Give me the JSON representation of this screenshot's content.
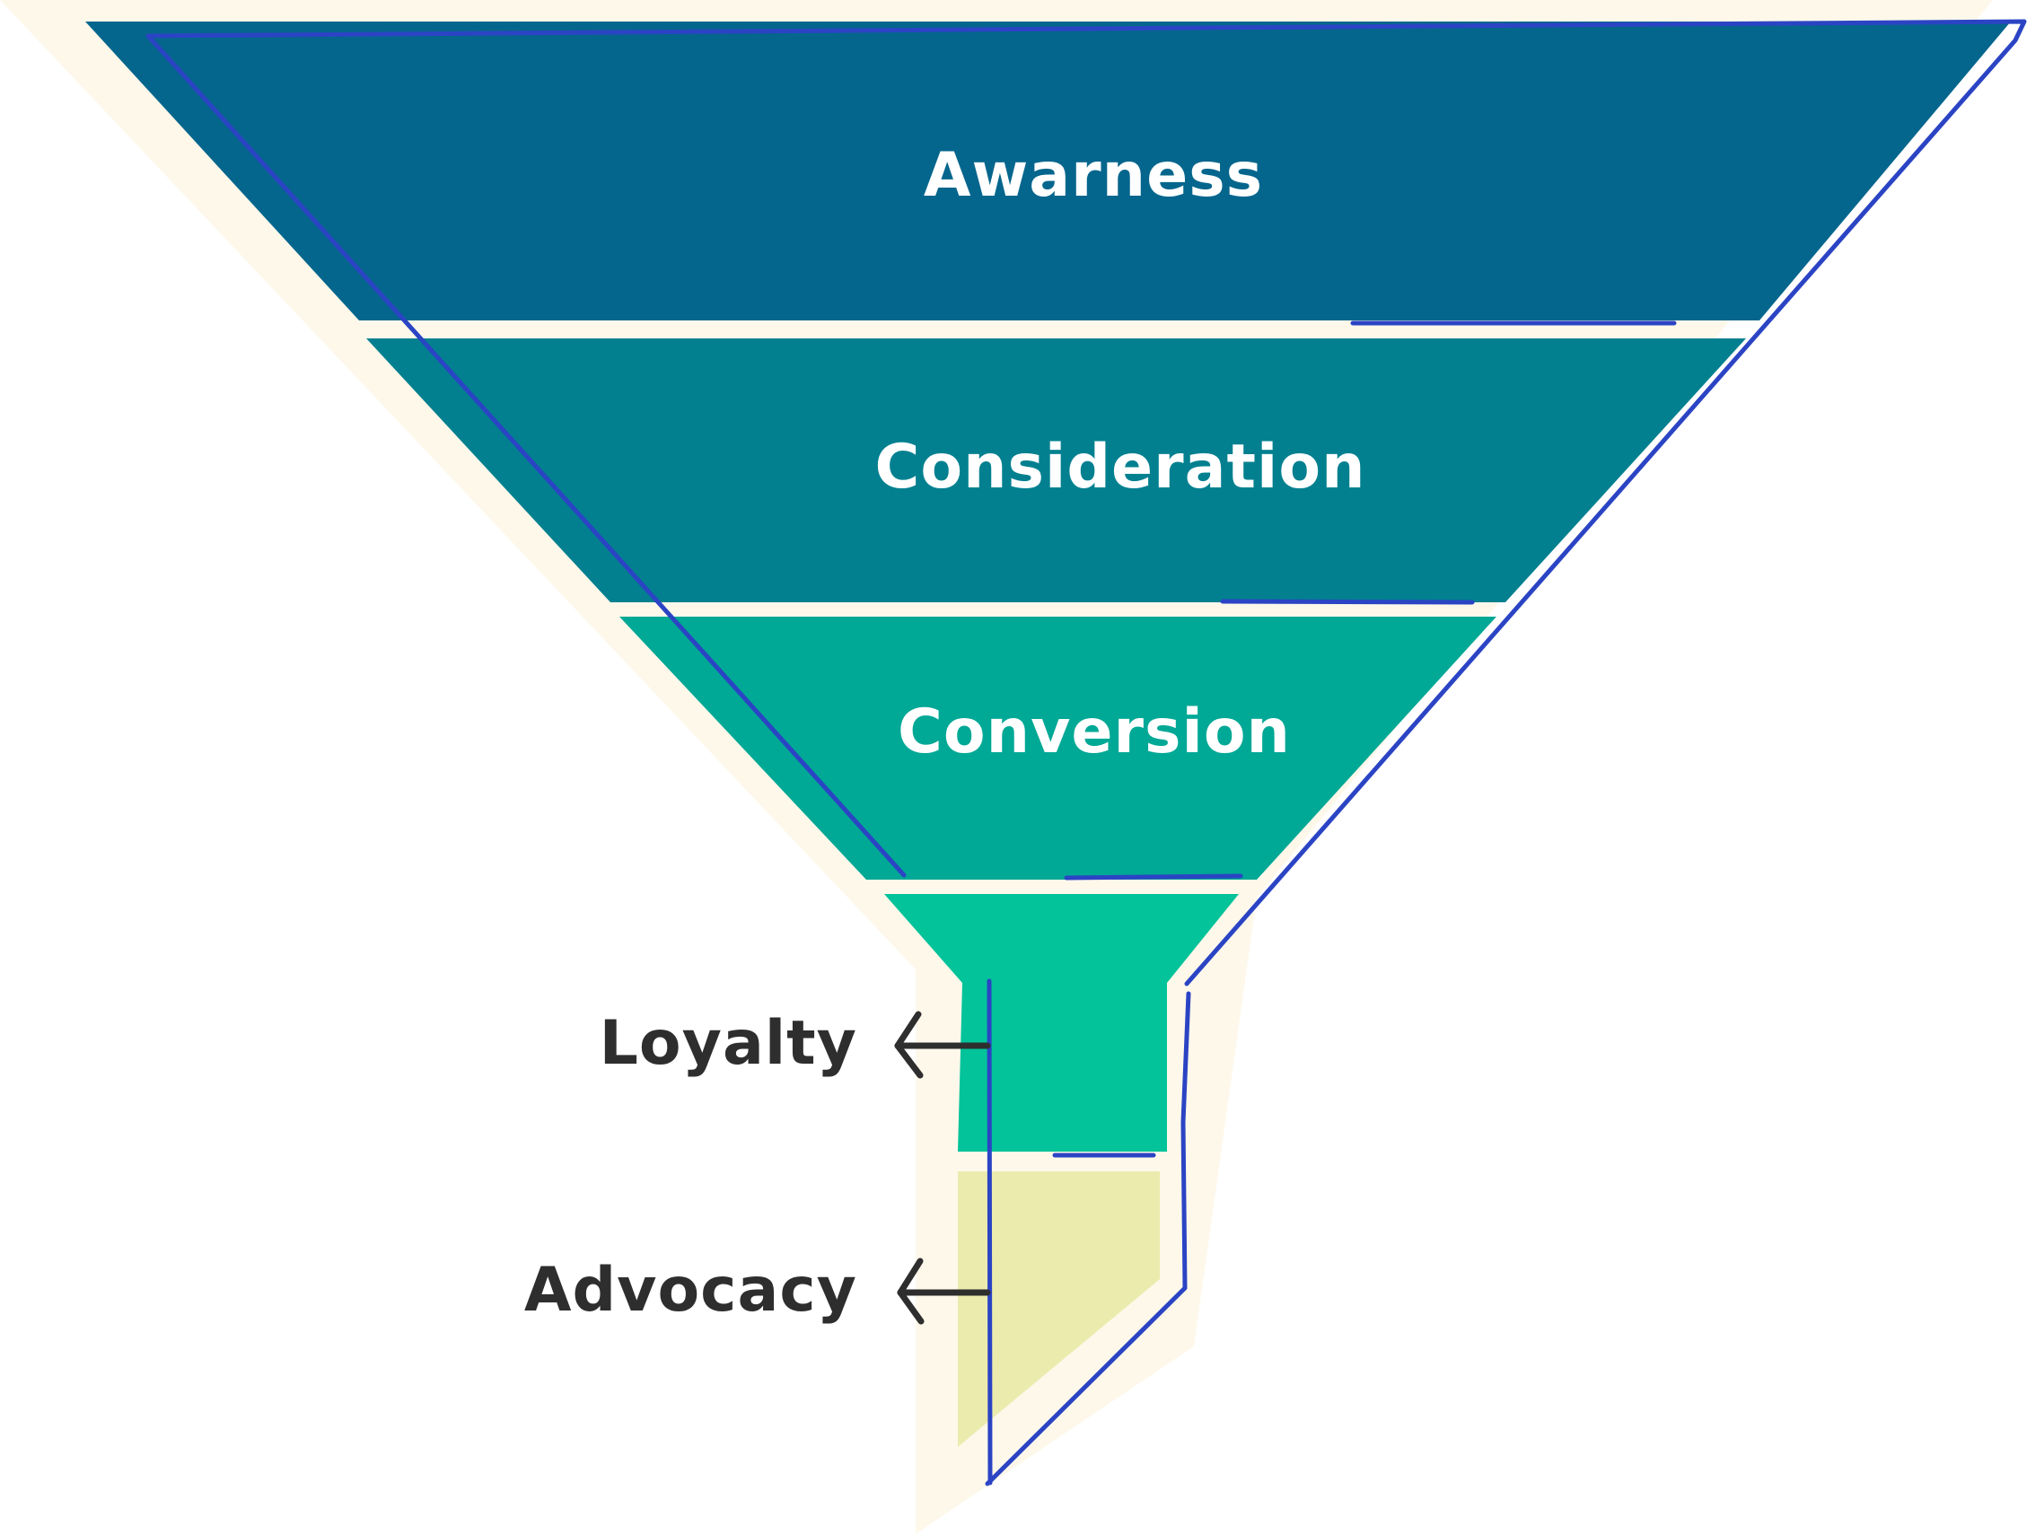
{
  "diagram": {
    "stages": [
      {
        "label": "Awarness",
        "color": "#05668d"
      },
      {
        "label": "Consideration",
        "color": "#028090"
      },
      {
        "label": "Conversion",
        "color": "#00a896"
      },
      {
        "label": "",
        "color": "#02c39a"
      },
      {
        "label": "",
        "color": "#ebebad"
      }
    ],
    "side_labels": {
      "loyalty": "Loyalty",
      "advocacy": "Advocacy"
    },
    "colors": {
      "shadow": "#fdf8ea",
      "outline": "#2b44c4",
      "label_on_band": "#ffffff",
      "label_side": "#2e2e2e",
      "arrow": "#2e2e2e"
    }
  }
}
